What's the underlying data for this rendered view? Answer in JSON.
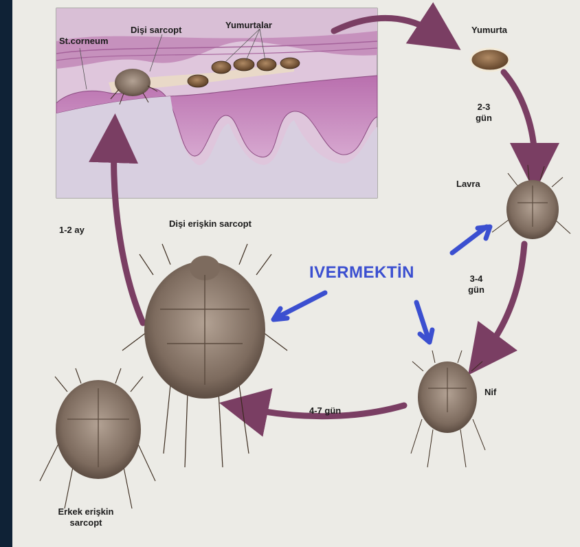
{
  "labels": {
    "st_corneum": "St.corneum",
    "disi_sarcopt": "Dişi sarcopt",
    "yumurtalar": "Yumurtalar",
    "yumurta": "Yumurta",
    "egg_duration": [
      "2-3",
      "gün"
    ],
    "lavra": "Lavra",
    "larva_duration": [
      "3-4",
      "gün"
    ],
    "nif": "Nif",
    "nymph_duration": "4-7 gün",
    "disi_eriskin": "Dişi erişkin sarcopt",
    "adult_duration": "1-2 ay",
    "erkek_eriskin": [
      "Erkek erişkin",
      "sarcopt"
    ]
  },
  "drug": {
    "name": "IVERMEKTİN",
    "color": "#3b4fd0"
  },
  "colors": {
    "cycle_arrow": "#7a3e63",
    "tissue": "#c98cc0",
    "mite_body": "#8c7a6c",
    "background": "#ecebe6",
    "frame": "#0f2236"
  }
}
